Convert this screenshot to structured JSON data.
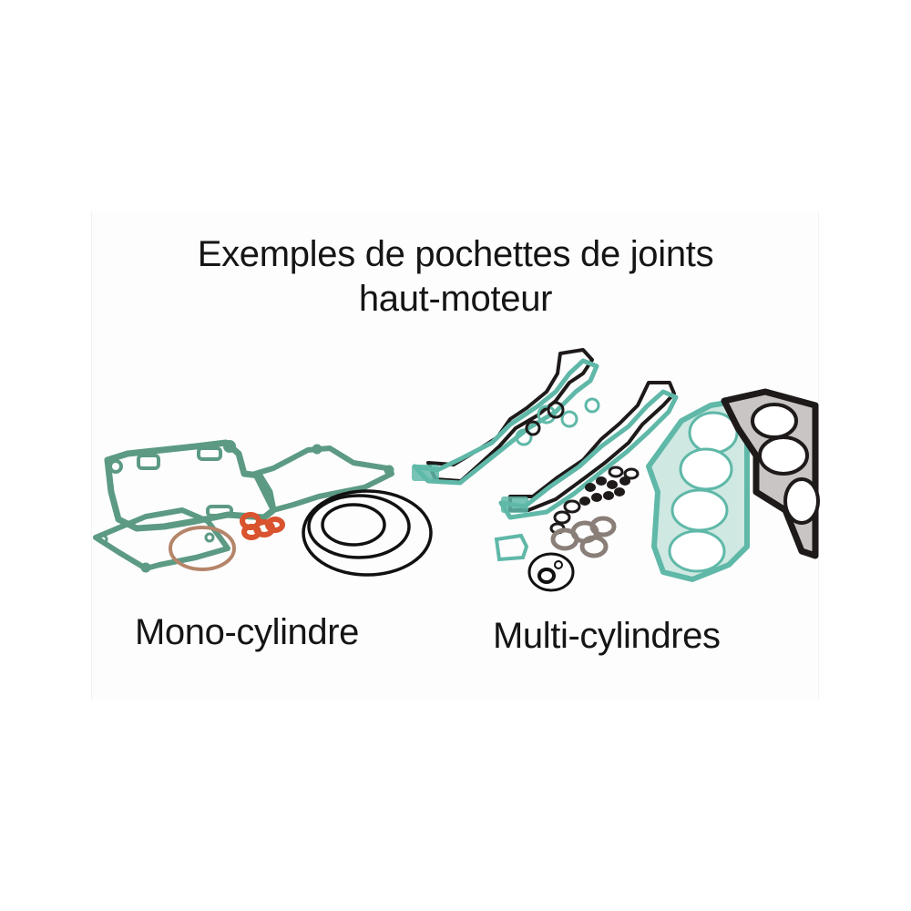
{
  "heading": {
    "line1": "Exemples de pochettes de joints",
    "line2": "haut-moteur"
  },
  "sections": [
    {
      "id": "mono",
      "label": "Mono-cylindre",
      "illustration": "gasket-kit-single-cylinder"
    },
    {
      "id": "multi",
      "label": "Multi-cylindres",
      "illustration": "gasket-kit-multi-cylinder"
    }
  ],
  "colors": {
    "background": "#ffffff",
    "panel": "#fdfdfd",
    "text": "#151515",
    "gasket_green": "#5c9a84",
    "gasket_teal": "#5fb8a8",
    "gasket_black": "#1e1a1a",
    "copper": "#d9532f",
    "metal_grey": "#8a7e78"
  }
}
